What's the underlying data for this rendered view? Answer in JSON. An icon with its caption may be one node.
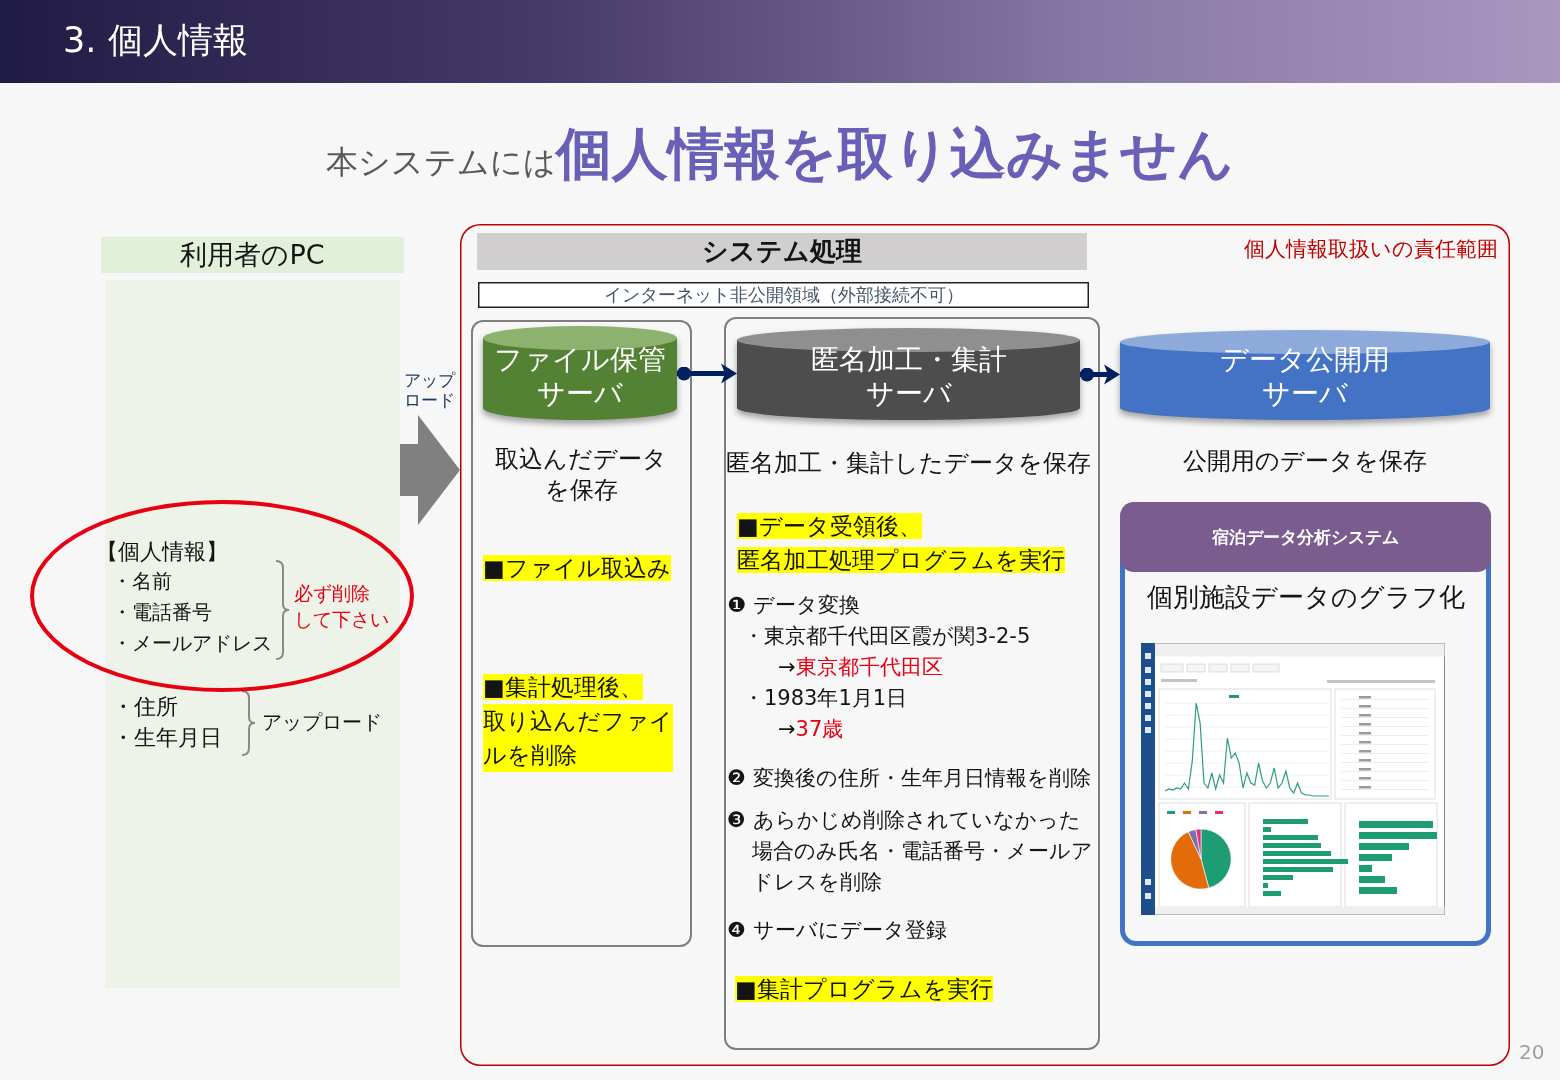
{
  "diagram": {
    "title": "3. 個人情報",
    "nodes": [
      {
        "text": [
          "利用者のPC",
          "・住所",
          "・生年月日",
          "アップロード"
        ]
      },
      {
        "text": [
          "【個人情報】",
          "・名前",
          "・電話番号",
          "・メールアドレス",
          "必ず削除",
          "して下さい"
        ]
      },
      {
        "text": [
          "個人情報取扱いの責任範囲"
        ]
      },
      {
        "text": [
          "システム処理"
        ],
        "in": 2
      },
      {
        "text": [
          "インターネット非公開領域（外部接続不可）"
        ],
        "in": 2
      },
      {
        "text": [
          "取込んだデータを保存",
          "■ファイル取込み",
          "■集計処理後、",
          "取り込んだファイルを削除"
        ],
        "in": 2
      },
      {
        "text": [
          "ファイル保管サーバ"
        ],
        "in": 5
      },
      {
        "text": [
          "匿名加工・集計したデータを保存",
          "■データ受領後、",
          "匿名加工処理プログラムを実行",
          "❶ データ変換",
          "・東京都千代田区霞が関3-2-5",
          "→東京都千代田区",
          "・1983年1月1日",
          "→37歳",
          "❷ 変換後の住所・生年月日情報を削除",
          "❸ あらかじめ削除されていなかった場合のみ氏名・電話番号・メールアドレスを削除",
          "❹ サーバにデータ登録",
          "■集計プログラムを実行"
        ],
        "in": 2
      },
      {
        "text": [
          "匿名加工・集計サーバ"
        ],
        "in": 7
      },
      {
        "text": [
          "データ公開用サーバ"
        ],
        "in": 2,
        "beside": [
          "公開用のデータを保存"
        ]
      },
      {
        "text": [
          "宿泊データ分析システム",
          "個別施設データのグラフ化"
        ],
        "in": 2
      }
    ],
    "edges": [
      {
        "from": 0,
        "to": 2,
        "arrow": "to",
        "label": "アップロード",
        "style": "thick",
        "color": "#808080"
      },
      {
        "from": 6,
        "to": 8,
        "arrow": "to"
      },
      {
        "from": 8,
        "to": 9,
        "arrow": "to"
      }
    ],
    "labels": [
      "本システムには**個人情報を取り込みません**",
      "20"
    ]
  }
}
